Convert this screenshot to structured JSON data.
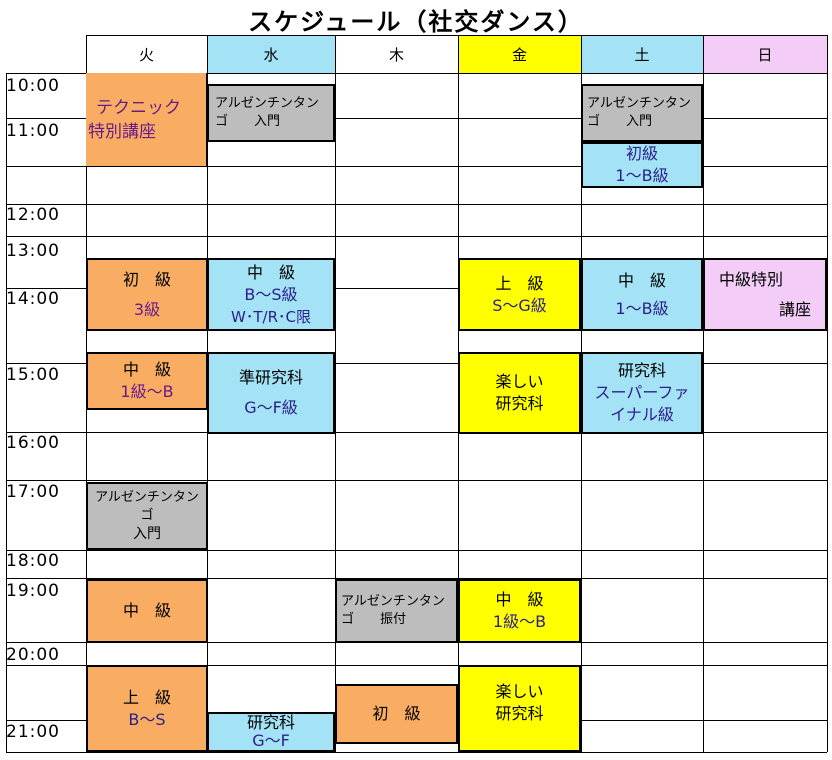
{
  "title": "スケジュール（社交ダンス）",
  "days": [
    "火",
    "水",
    "木",
    "金",
    "土",
    "日"
  ],
  "day_colors": [
    "#ffffff",
    "#a3e3f5",
    "#ffffff",
    "#ffff00",
    "#a3e3f5",
    "#f3cdf8"
  ],
  "times": [
    "10:00",
    "11:00",
    "12:00",
    "13:00",
    "14:00",
    "15:00",
    "16:00",
    "17:00",
    "18:00",
    "19:00",
    "20:00",
    "21:00"
  ],
  "blocks": {
    "tue_technique": [
      "テクニック",
      "特別講座"
    ],
    "tue_beginner3": [
      "初　級",
      "3級"
    ],
    "tue_intermediate_1b": [
      "中　級",
      "1級～B"
    ],
    "tue_tango": [
      "アルゼンチンタン",
      "ゴ",
      "入門"
    ],
    "tue_intermediate": [
      "中　級"
    ],
    "tue_advanced": [
      "上　級",
      "B～S"
    ],
    "wed_tango": [
      "アルゼンチンタン",
      "ゴ　　入門"
    ],
    "wed_intermediate": [
      "中　級",
      "B～S級",
      "W･T/R･C限"
    ],
    "wed_pre_research": [
      "準研究科",
      "G～F級"
    ],
    "wed_research": [
      "研究科",
      "G～F"
    ],
    "thu_tango": [
      "アルゼンチンタン",
      "ゴ　　振付"
    ],
    "thu_beginner": [
      "初　級"
    ],
    "fri_advanced": [
      "上　級",
      "S～G級"
    ],
    "fri_fun_research": [
      "楽しい",
      "研究科"
    ],
    "fri_intermediate": [
      "中　級",
      "1級～B"
    ],
    "fri_fun_research2": [
      "楽しい",
      "研究科"
    ],
    "sat_tango": [
      "アルゼンチンタン",
      "ゴ　　入門"
    ],
    "sat_beginner": [
      "初級",
      "1～B級"
    ],
    "sat_intermediate": [
      "中　級",
      "1～B級"
    ],
    "sat_research": [
      "研究科",
      "スーパーファ",
      "イナル級"
    ],
    "sun_special": [
      "中級特別",
      "講座"
    ]
  }
}
